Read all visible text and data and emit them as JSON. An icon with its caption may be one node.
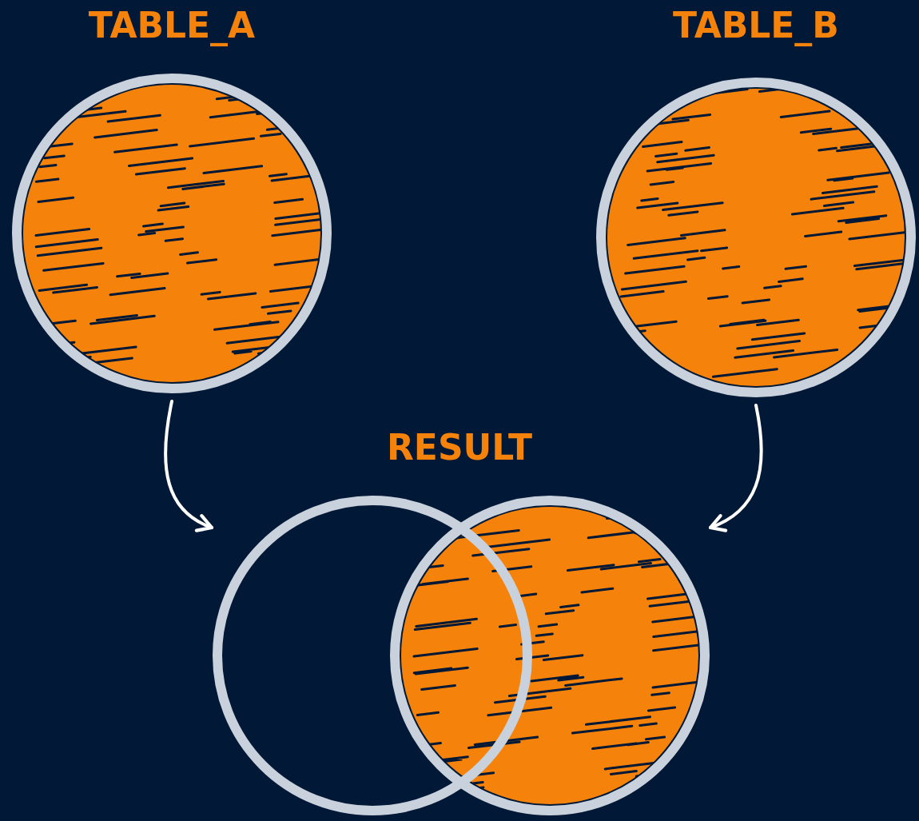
{
  "diagram": {
    "nodes": [
      {
        "text": [
          "TABLE_A"
        ]
      },
      {
        "text": [
          "TABLE_B"
        ]
      },
      {
        "text": [],
        "shape": "circle"
      },
      {
        "text": [],
        "shape": "circle"
      }
    ],
    "edges": [
      {
        "from": 0,
        "to": 2,
        "arrow": "to"
      },
      {
        "from": 1,
        "to": 3,
        "arrow": "to"
      }
    ],
    "labels": [
      "RESULT"
    ]
  }
}
